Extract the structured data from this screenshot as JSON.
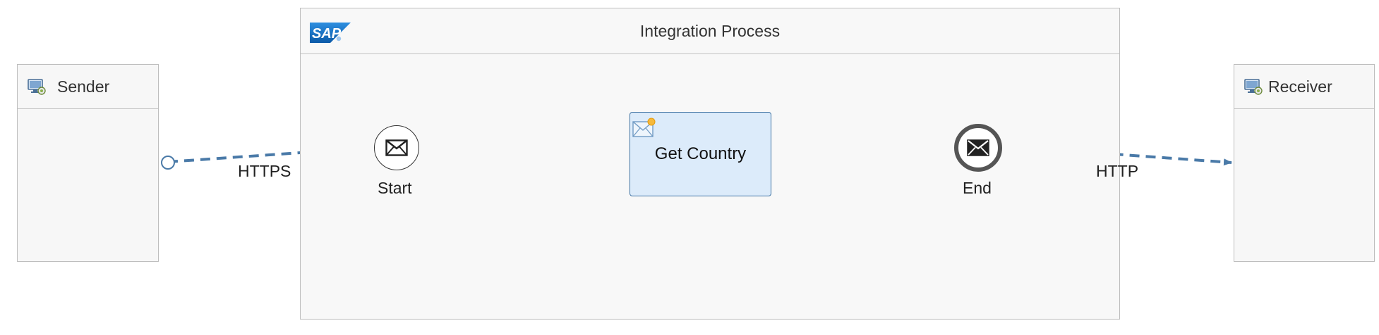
{
  "sender": {
    "label": "Sender",
    "icon": "system-icon"
  },
  "receiver": {
    "label": "Receiver",
    "icon": "system-icon"
  },
  "process": {
    "title": "Integration Process",
    "logo_text": "SAP",
    "logo_icon": "sap-logo"
  },
  "start_event": {
    "label": "Start",
    "icon": "envelope-icon"
  },
  "end_event": {
    "label": "End",
    "icon": "envelope-filled-icon"
  },
  "task": {
    "label": "Get Country",
    "icon": "content-modifier-icon"
  },
  "channels": {
    "inbound": {
      "label": "HTTPS"
    },
    "outbound": {
      "label": "HTTP"
    }
  },
  "colors": {
    "connector": "#4a7aa8",
    "task_fill": "#dcebfa",
    "task_border": "#3f73a3",
    "sap_blue": "#1a6bb8"
  }
}
